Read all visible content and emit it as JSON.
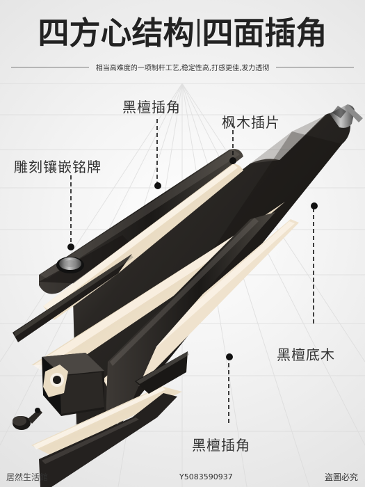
{
  "title": {
    "left": "四方心结构",
    "right": "四面插角"
  },
  "subtitle": "相当高难度的一项制杆工艺,稳定性高,打感更佳,发力透彻",
  "callouts": {
    "top_insert": "黑檀插角",
    "maple_insert": "枫木插片",
    "engraved_plate": "雕刻镶嵌铭牌",
    "ebony_base": "黑檀底木",
    "bottom_insert": "黑檀插角"
  },
  "watermarks": {
    "left": "居然生活館",
    "mid": "Y5083590937",
    "right": "盗圖必究"
  },
  "colors": {
    "ebony": "#2c2a28",
    "maple": "#efe4cf",
    "text": "#333333"
  }
}
